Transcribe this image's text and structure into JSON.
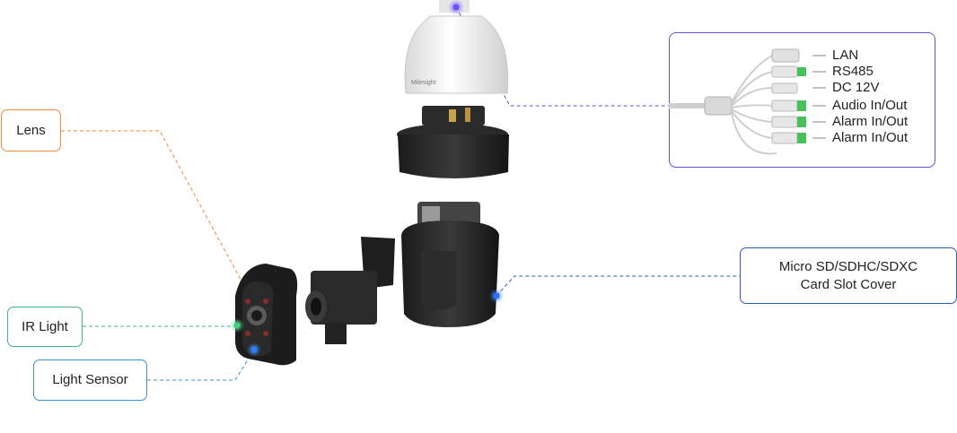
{
  "callouts": {
    "lens": "Lens",
    "ir_light": "IR Light",
    "light_sensor": "Light Sensor",
    "sd_line1": "Micro SD/SDHC/SDXC",
    "sd_line2": "Card Slot Cover"
  },
  "connectors": [
    "LAN",
    "RS485",
    "DC 12V",
    "Audio In/Out",
    "Alarm In/Out",
    "Alarm In/Out"
  ],
  "colors": {
    "lens": "#f08a3c",
    "ir_light": "#44b38a",
    "light_sensor": "#3c8fd0",
    "sd_card": "#2f5cb5",
    "connectors": "#6a50c8"
  }
}
